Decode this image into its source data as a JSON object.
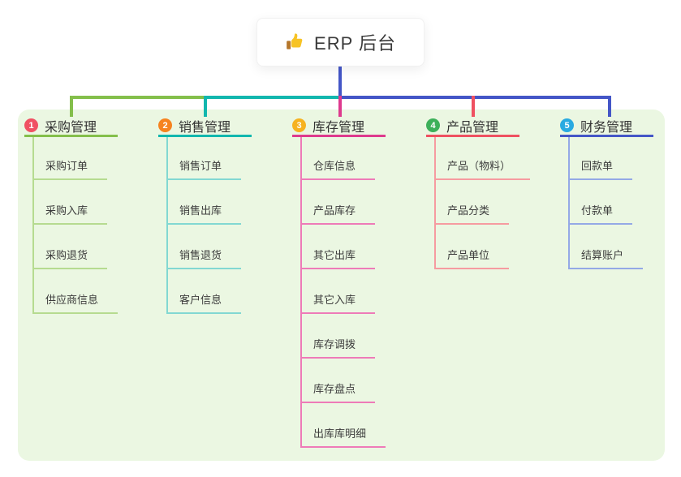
{
  "root": {
    "title": "ERP 后台",
    "icon": "thumbs-up-icon"
  },
  "colors": {
    "panel_bg": "#ebf7e2",
    "root_stem": "#4456c7",
    "branch_1": "#84bf4b",
    "branch_1_light": "#b6db90",
    "badge_1": "#f05163",
    "branch_2": "#12b7ae",
    "branch_2_light": "#82d8d2",
    "badge_2": "#f6831f",
    "branch_3": "#de3a8e",
    "branch_3_light": "#ee7bb8",
    "badge_3": "#f6b220",
    "branch_4": "#ef5161",
    "branch_4_light": "#f69ba0",
    "badge_4": "#3db05a",
    "branch_5": "#4456c7",
    "branch_5_light": "#94a9e6",
    "badge_5": "#29aae1"
  },
  "branches": [
    {
      "number": "1",
      "title": "采购管理",
      "children": [
        "采购订单",
        "采购入库",
        "采购退货",
        "供应商信息"
      ]
    },
    {
      "number": "2",
      "title": "销售管理",
      "children": [
        "销售订单",
        "销售出库",
        "销售退货",
        "客户信息"
      ]
    },
    {
      "number": "3",
      "title": "库存管理",
      "children": [
        "仓库信息",
        "产品库存",
        "其它出库",
        "其它入库",
        "库存调拨",
        "库存盘点",
        "出库库明细"
      ]
    },
    {
      "number": "4",
      "title": "产品管理",
      "children": [
        "产品（物料）",
        "产品分类",
        "产品单位"
      ]
    },
    {
      "number": "5",
      "title": "财务管理",
      "children": [
        "回款单",
        "付款单",
        "结算账户"
      ]
    }
  ]
}
